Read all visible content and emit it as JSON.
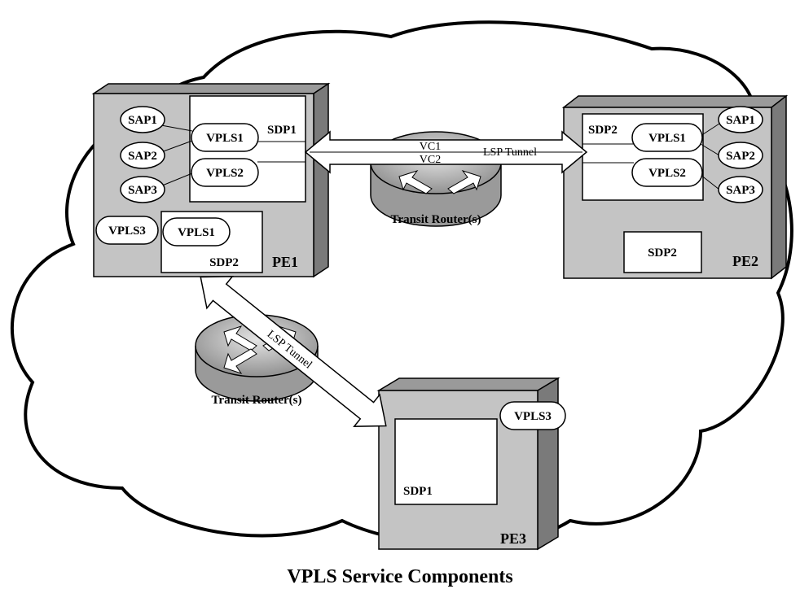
{
  "labels": {
    "pe1": "PE1",
    "pe2": "PE2",
    "pe3": "PE3",
    "sap1": "SAP1",
    "sap2": "SAP2",
    "sap3": "SAP3",
    "vpls1": "VPLS1",
    "vpls2": "VPLS2",
    "vpls3": "VPLS3",
    "sdp1": "SDP1",
    "sdp2": "SDP2",
    "vc1": "VC1",
    "vc2": "VC2",
    "lsp_tunnel": "LSP Tunnel",
    "transit_router": "Transit Router(s)"
  },
  "caption": "VPLS Service Components"
}
